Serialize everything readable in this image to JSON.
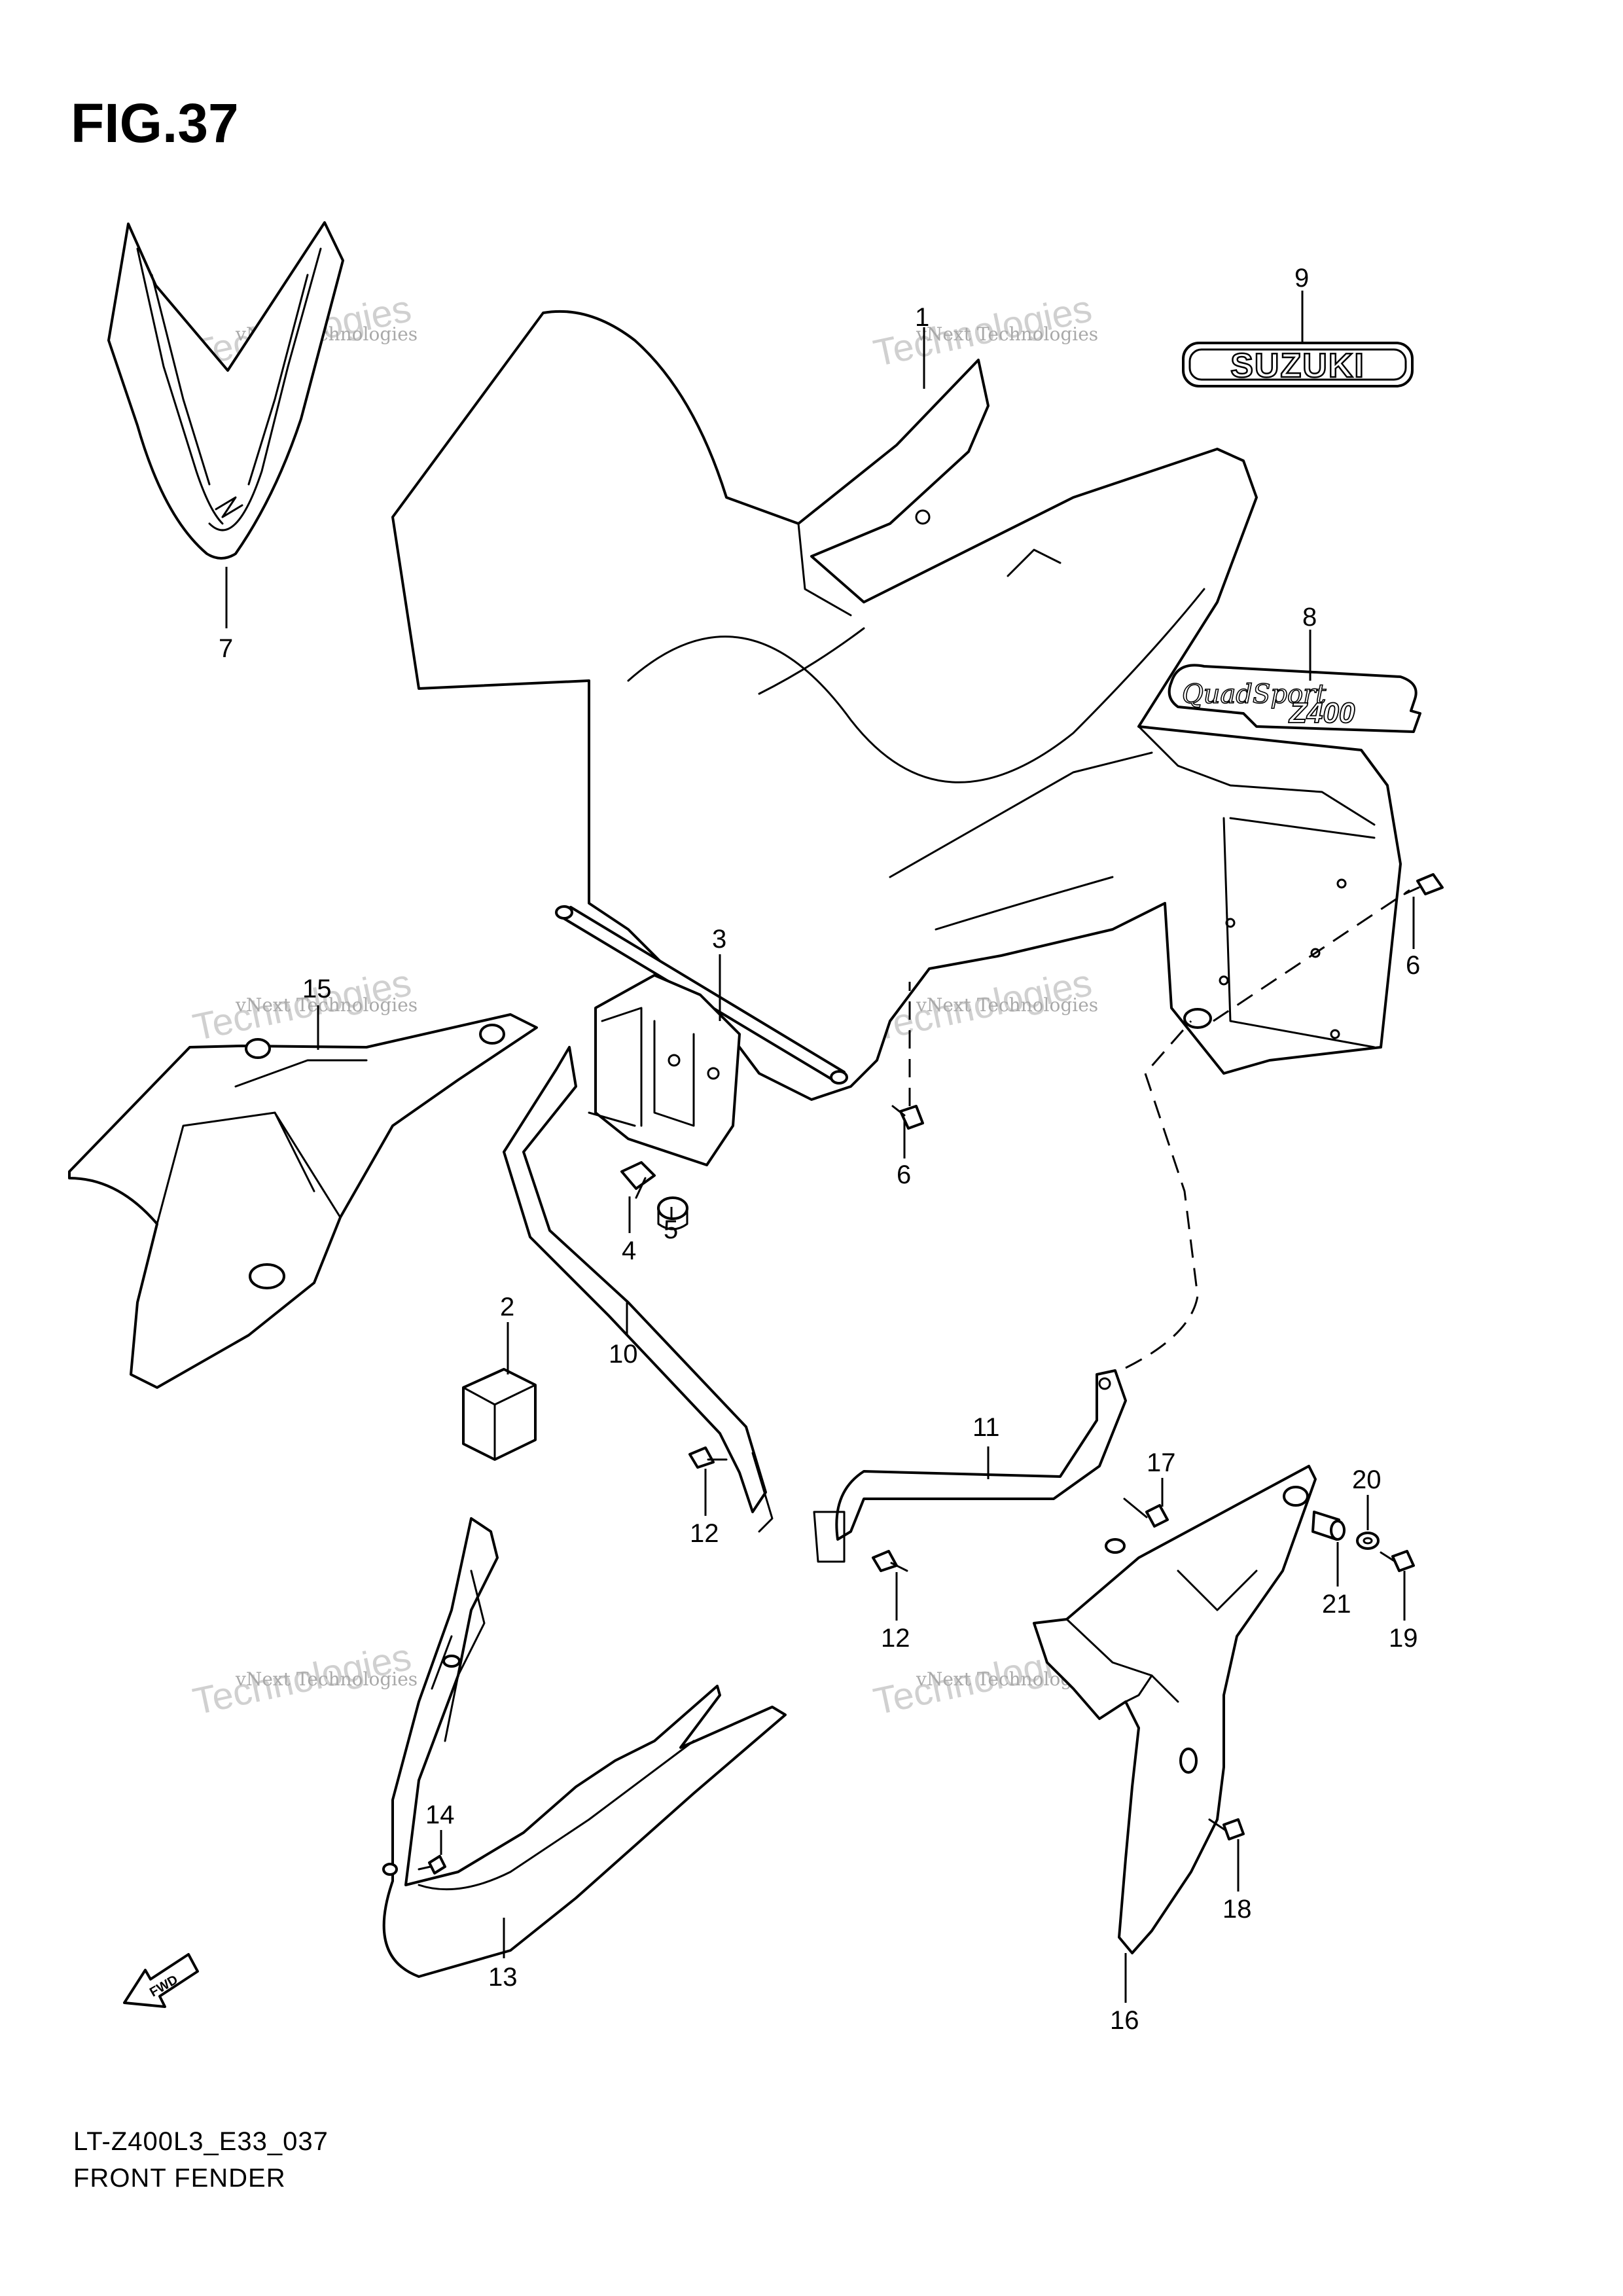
{
  "figure_title": "FIG.37",
  "model_code": "LT-Z400L3_E33_037",
  "section_name": "FRONT FENDER",
  "watermark": {
    "line1": "vNext Technologies",
    "line2": "Technologies",
    "text_small": "vNext Technologies"
  },
  "emblem_text": "SUZUKI",
  "decal_text": {
    "script": "QuadSport",
    "model": "Z400"
  },
  "fwd_arrow_label": "FWD",
  "callouts": [
    {
      "id": "1",
      "label": "1"
    },
    {
      "id": "2",
      "label": "2"
    },
    {
      "id": "3",
      "label": "3"
    },
    {
      "id": "4",
      "label": "4"
    },
    {
      "id": "5",
      "label": "5"
    },
    {
      "id": "6a",
      "label": "6"
    },
    {
      "id": "6b",
      "label": "6"
    },
    {
      "id": "7",
      "label": "7"
    },
    {
      "id": "8",
      "label": "8"
    },
    {
      "id": "9",
      "label": "9"
    },
    {
      "id": "10",
      "label": "10"
    },
    {
      "id": "11",
      "label": "11"
    },
    {
      "id": "12a",
      "label": "12"
    },
    {
      "id": "12b",
      "label": "12"
    },
    {
      "id": "13",
      "label": "13"
    },
    {
      "id": "14",
      "label": "14"
    },
    {
      "id": "15",
      "label": "15"
    },
    {
      "id": "16",
      "label": "16"
    },
    {
      "id": "17",
      "label": "17"
    },
    {
      "id": "18",
      "label": "18"
    },
    {
      "id": "19",
      "label": "19"
    },
    {
      "id": "20",
      "label": "20"
    },
    {
      "id": "21",
      "label": "21"
    }
  ]
}
